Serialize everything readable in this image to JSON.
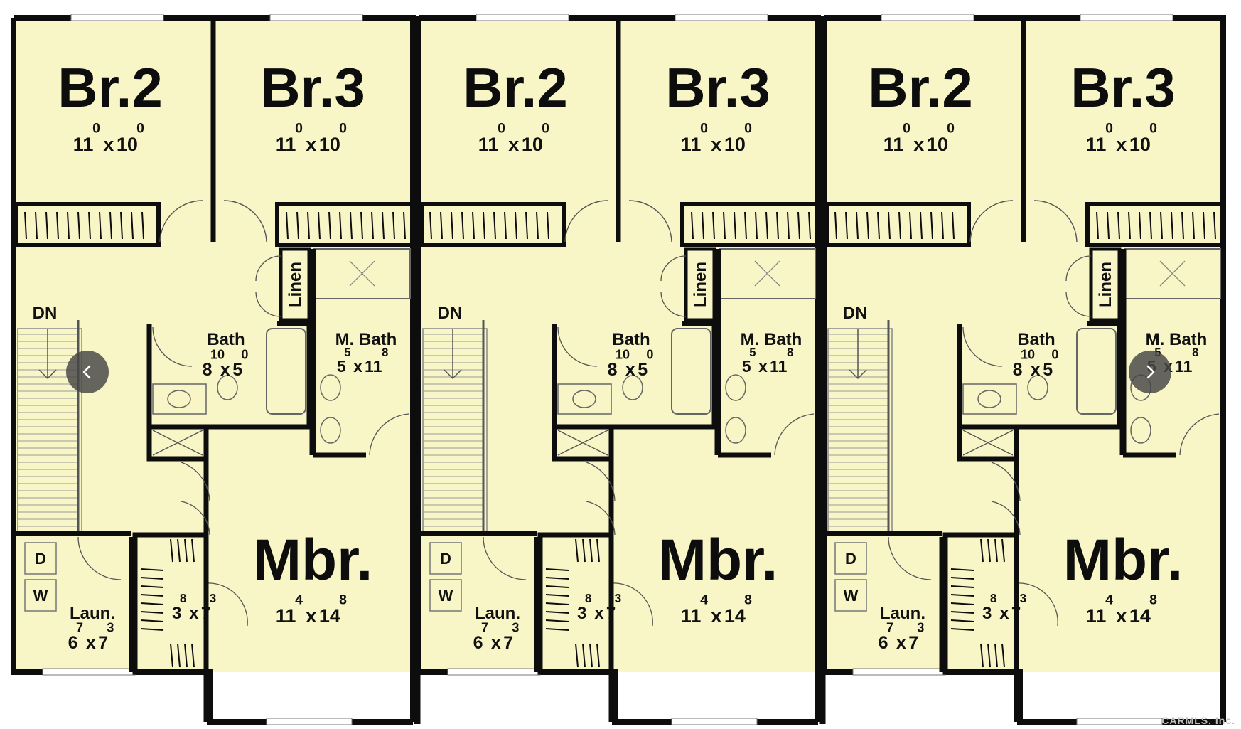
{
  "plan": {
    "fill_color": "#f8f5c6",
    "wall_color": "#0d0d0d",
    "units": [
      {
        "br2": {
          "name": "Br.2",
          "w": "11",
          "wsup": "0",
          "h": "10",
          "hsup": "0"
        },
        "br3": {
          "name": "Br.3",
          "w": "11",
          "wsup": "0",
          "h": "10",
          "hsup": "0"
        },
        "linen": "Linen",
        "stairs": "DN",
        "bath": {
          "name": "Bath",
          "w": "8",
          "wsup": "10",
          "h": "5",
          "hsup": "0"
        },
        "mbath": {
          "name": "M. Bath",
          "w": "5",
          "wsup": "5",
          "h": "11",
          "hsup": "8"
        },
        "dryer": "D",
        "washer": "W",
        "laun": {
          "name": "Laun.",
          "w": "6",
          "wsup": "7",
          "h": "7",
          "hsup": "3"
        },
        "closet": {
          "w": "3",
          "wsup": "8",
          "h": "7",
          "hsup": "3"
        },
        "mbr": {
          "name": "Mbr.",
          "w": "11",
          "wsup": "4",
          "h": "14",
          "hsup": "8"
        }
      },
      {
        "br2": {
          "name": "Br.2",
          "w": "11",
          "wsup": "0",
          "h": "10",
          "hsup": "0"
        },
        "br3": {
          "name": "Br.3",
          "w": "11",
          "wsup": "0",
          "h": "10",
          "hsup": "0"
        },
        "linen": "Linen",
        "stairs": "DN",
        "bath": {
          "name": "Bath",
          "w": "8",
          "wsup": "10",
          "h": "5",
          "hsup": "0"
        },
        "mbath": {
          "name": "M. Bath",
          "w": "5",
          "wsup": "5",
          "h": "11",
          "hsup": "8"
        },
        "dryer": "D",
        "washer": "W",
        "laun": {
          "name": "Laun.",
          "w": "6",
          "wsup": "7",
          "h": "7",
          "hsup": "3"
        },
        "closet": {
          "w": "3",
          "wsup": "8",
          "h": "7",
          "hsup": "3"
        },
        "mbr": {
          "name": "Mbr.",
          "w": "11",
          "wsup": "4",
          "h": "14",
          "hsup": "8"
        }
      },
      {
        "br2": {
          "name": "Br.2",
          "w": "11",
          "wsup": "0",
          "h": "10",
          "hsup": "0"
        },
        "br3": {
          "name": "Br.3",
          "w": "11",
          "wsup": "0",
          "h": "10",
          "hsup": "0"
        },
        "linen": "Linen",
        "stairs": "DN",
        "bath": {
          "name": "Bath",
          "w": "8",
          "wsup": "10",
          "h": "5",
          "hsup": "0"
        },
        "mbath": {
          "name": "M. Bath",
          "w": "5",
          "wsup": "5",
          "h": "11",
          "hsup": "8"
        },
        "dryer": "D",
        "washer": "W",
        "laun": {
          "name": "Laun.",
          "w": "6",
          "wsup": "7",
          "h": "7",
          "hsup": "3"
        },
        "closet": {
          "w": "3",
          "wsup": "8",
          "h": "7",
          "hsup": "3"
        },
        "mbr": {
          "name": "Mbr.",
          "w": "11",
          "wsup": "4",
          "h": "14",
          "hsup": "8"
        }
      }
    ]
  },
  "nav": {
    "prev_icon": "chevron-left-icon",
    "next_icon": "chevron-right-icon",
    "button_color": "#464646"
  },
  "watermark": "CARMLS, Inc."
}
